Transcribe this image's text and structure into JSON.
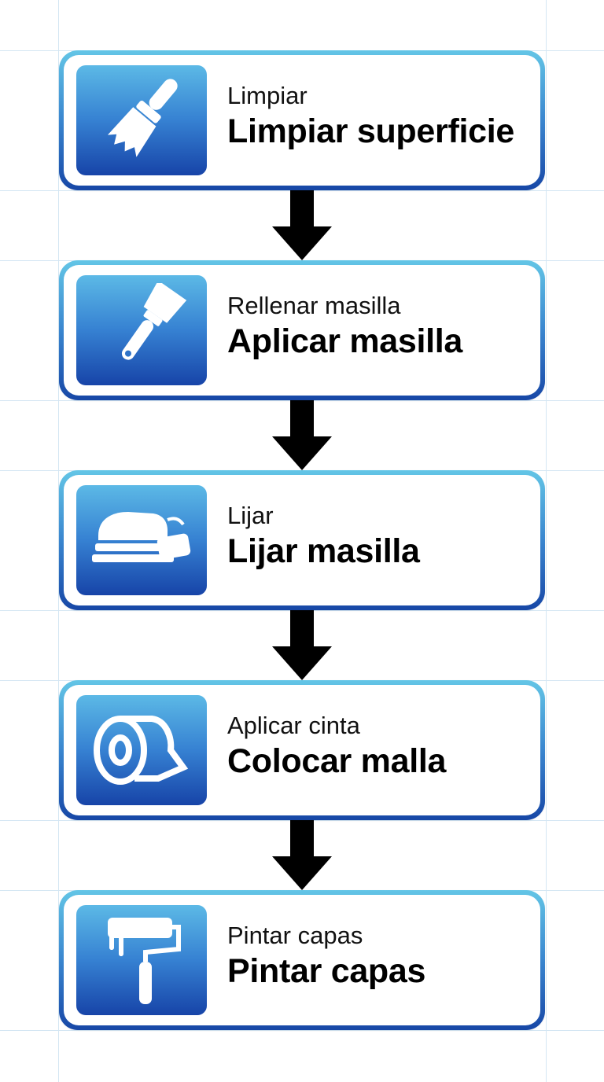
{
  "steps": [
    {
      "subtitle": "Limpiar",
      "title": "Limpiar superficie",
      "icon": "brush-icon"
    },
    {
      "subtitle": "Rellenar masilla",
      "title": "Aplicar masilla",
      "icon": "putty-knife-icon"
    },
    {
      "subtitle": "Lijar",
      "title": "Lijar masilla",
      "icon": "sander-icon"
    },
    {
      "subtitle": "Aplicar cinta",
      "title": "Colocar malla",
      "icon": "tape-roll-icon"
    },
    {
      "subtitle": "Pintar capas",
      "title": "Pintar capas",
      "icon": "paint-roller-icon"
    }
  ],
  "colors": {
    "border_top": "#63c5e6",
    "border_bottom": "#1747a6",
    "tile_top": "#5cb9e6",
    "tile_bottom": "#1744a8",
    "arrow": "#000000",
    "grid": "#d4e6f3"
  }
}
